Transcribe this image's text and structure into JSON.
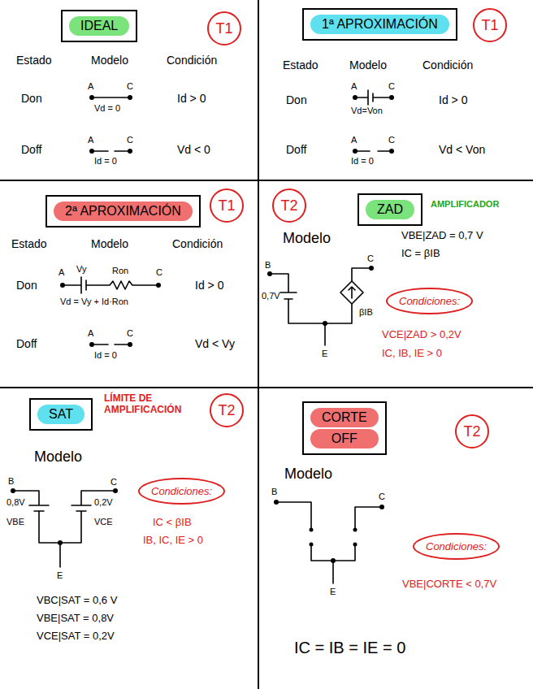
{
  "diagram": {
    "nodes": [
      {
        "text": [
          "IDEAL"
        ]
      },
      {
        "text": [
          "T1"
        ]
      },
      {
        "text": [
          "1ª APROXIMACIÓN"
        ]
      },
      {
        "text": [
          "T1"
        ]
      },
      {
        "text": [
          "2ª APROXIMACIÓN"
        ]
      },
      {
        "text": [
          "T1"
        ]
      },
      {
        "text": [
          "T2"
        ]
      },
      {
        "text": [
          "ZAD"
        ]
      },
      {
        "text": [
          "Condiciones:"
        ]
      },
      {
        "text": [
          "SAT"
        ]
      },
      {
        "text": [
          "T2"
        ]
      },
      {
        "text": [
          "Condiciones:"
        ]
      },
      {
        "text": [
          "CORTE",
          "OFF"
        ]
      },
      {
        "text": [
          "T2"
        ]
      },
      {
        "text": [
          "Condiciones:"
        ]
      }
    ],
    "labels": [
      "Estado",
      "Modelo",
      "Condición",
      "Don",
      "A",
      "C",
      "Vd = 0",
      "Id > 0",
      "Doff",
      "A",
      "C",
      "Id = 0",
      "Vd < 0",
      "Estado",
      "Modelo",
      "Condición",
      "Don",
      "A",
      "C",
      "Vd=Von",
      "Id > 0",
      "Doff",
      "A",
      "C",
      "Id = 0",
      "Vd < Von",
      "Estado",
      "Modelo",
      "Condición",
      "Don",
      "A",
      "Vy",
      "Ron",
      "C",
      "Vd = Vy + Id·Ron",
      "Id > 0",
      "Doff",
      "A",
      "C",
      "Id = 0",
      "Vd < Vy",
      "AMPLIFICADOR",
      "Modelo",
      "VBE|ZAD = 0,7 V",
      "IC = βIB",
      "B",
      "0,7V",
      "βIB",
      "C",
      "E",
      "VCE|ZAD > 0,2V",
      "IC, IB, IE > 0",
      "LÍMITE DE AMPLIFICACIÓN",
      "Modelo",
      "B",
      "C",
      "0,8V",
      "VBE",
      "0,2V",
      "VCE",
      "E",
      "IC < βIB",
      "IB, IC, IE > 0",
      "VBC|SAT = 0,6 V",
      "VBE|SAT = 0,8V",
      "VCE|SAT = 0,2V",
      "Modelo",
      "B",
      "C",
      "E",
      "VBE|CORTE < 0,7V",
      "IC = IB = IE = 0"
    ]
  }
}
